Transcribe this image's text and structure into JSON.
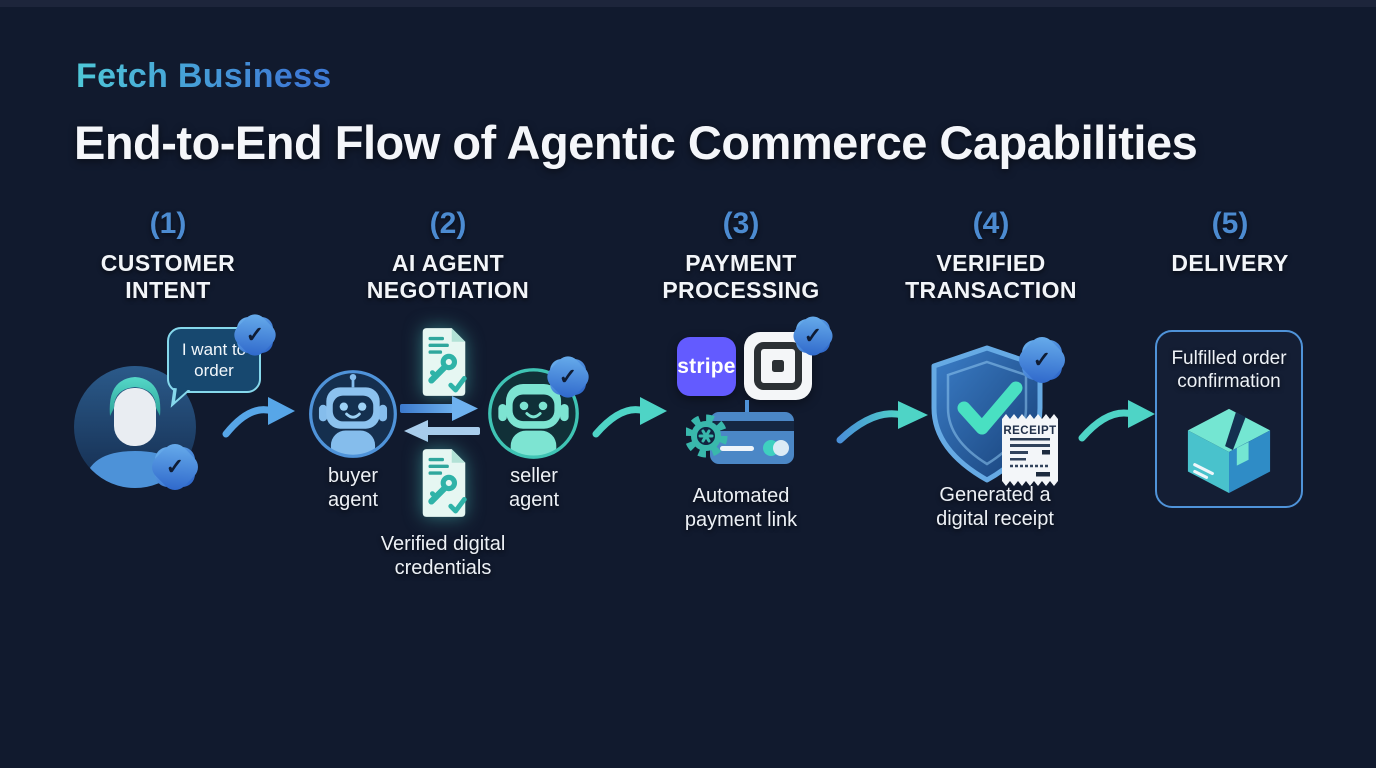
{
  "header": {
    "brand": "Fetch Business",
    "title": "End-to-End Flow of Agentic Commerce Capabilities"
  },
  "steps": [
    {
      "number": "(1)",
      "line1": "CUSTOMER",
      "line2": "INTENT"
    },
    {
      "number": "(2)",
      "line1": "AI AGENT",
      "line2": "NEGOTIATION"
    },
    {
      "number": "(3)",
      "line1": "PAYMENT",
      "line2": "PROCESSING"
    },
    {
      "number": "(4)",
      "line1": "VERIFIED",
      "line2": "TRANSACTION"
    },
    {
      "number": "(5)",
      "line1": "DELIVERY",
      "line2": ""
    }
  ],
  "step1": {
    "speech_bubble": "I want to order"
  },
  "step2": {
    "buyer_label": "buyer agent",
    "seller_label": "seller agent",
    "credentials_label": "Verified digital credentials"
  },
  "step3": {
    "stripe_wordmark": "stripe",
    "payment_label": "Automated payment link"
  },
  "step4": {
    "receipt_header": "RECEIPT",
    "receipt_label": "Generated a digital receipt"
  },
  "step5": {
    "delivery_label": "Fulfilled order confirmation"
  },
  "icons": {
    "check": "✓"
  },
  "colors": {
    "background": "#111a2e",
    "accent_blue": "#4f93d9",
    "accent_teal": "#4ed4c6",
    "badge_blue": "#3b82f6",
    "stripe_purple": "#635bff",
    "title_white": "#f4f6fa"
  }
}
